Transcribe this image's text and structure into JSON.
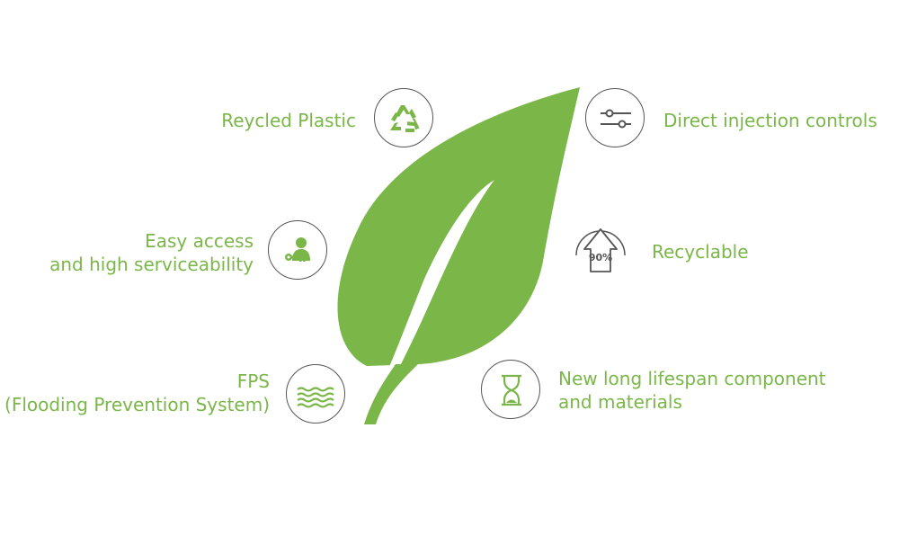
{
  "accent_color": "#7ab648",
  "outline_color": "#555555",
  "features": {
    "recycled_plastic": {
      "label": "Reycled Plastic",
      "icon": "recycle-icon"
    },
    "easy_access": {
      "line1": "Easy access",
      "line2": "and high serviceability",
      "icon": "person-key-icon"
    },
    "fps": {
      "line1": "FPS",
      "line2": "(Flooding Prevention System)",
      "icon": "waves-icon"
    },
    "direct_injection": {
      "label": "Direct injection controls",
      "icon": "sliders-icon"
    },
    "recyclable": {
      "label": "Recyclable",
      "icon": "house-percent-icon",
      "badge": "90%"
    },
    "lifespan": {
      "line1": "New long lifespan component",
      "line2": "and materials",
      "icon": "hourglass-icon"
    }
  }
}
